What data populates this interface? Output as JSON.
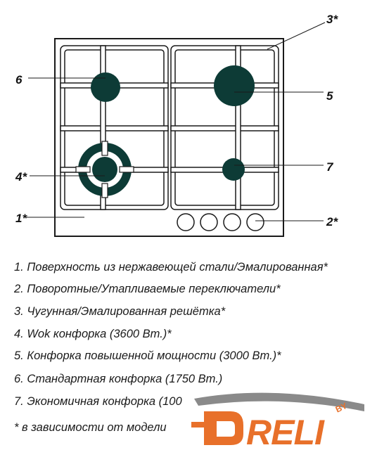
{
  "callouts": {
    "c1": "1*",
    "c2": "2*",
    "c3": "3*",
    "c4": "4*",
    "c5": "5",
    "c6": "6",
    "c7": "7"
  },
  "legend": [
    "1. Поверхность из нержавеющей стали/Эмалированная*",
    "2. Поворотные/Утапливаемые переключатели*",
    "3. Чугунная/Эмалированная решётка*",
    "4. Wok конфорка (3600 Вт.)*",
    "5. Конфорка повышенной мощности (3000 Вт.)*",
    "6. Стандартная конфорка (1750 Вт.)",
    "7. Экономичная конфорка (100"
  ],
  "footnote": "* в зависимости от модели",
  "logo": {
    "brand": "DRELI",
    "by": "BY",
    "color": "#e8702a",
    "gray": "#8a8a8a"
  },
  "colors": {
    "burner": "#0d3b36",
    "outline": "#1a1a1a"
  }
}
